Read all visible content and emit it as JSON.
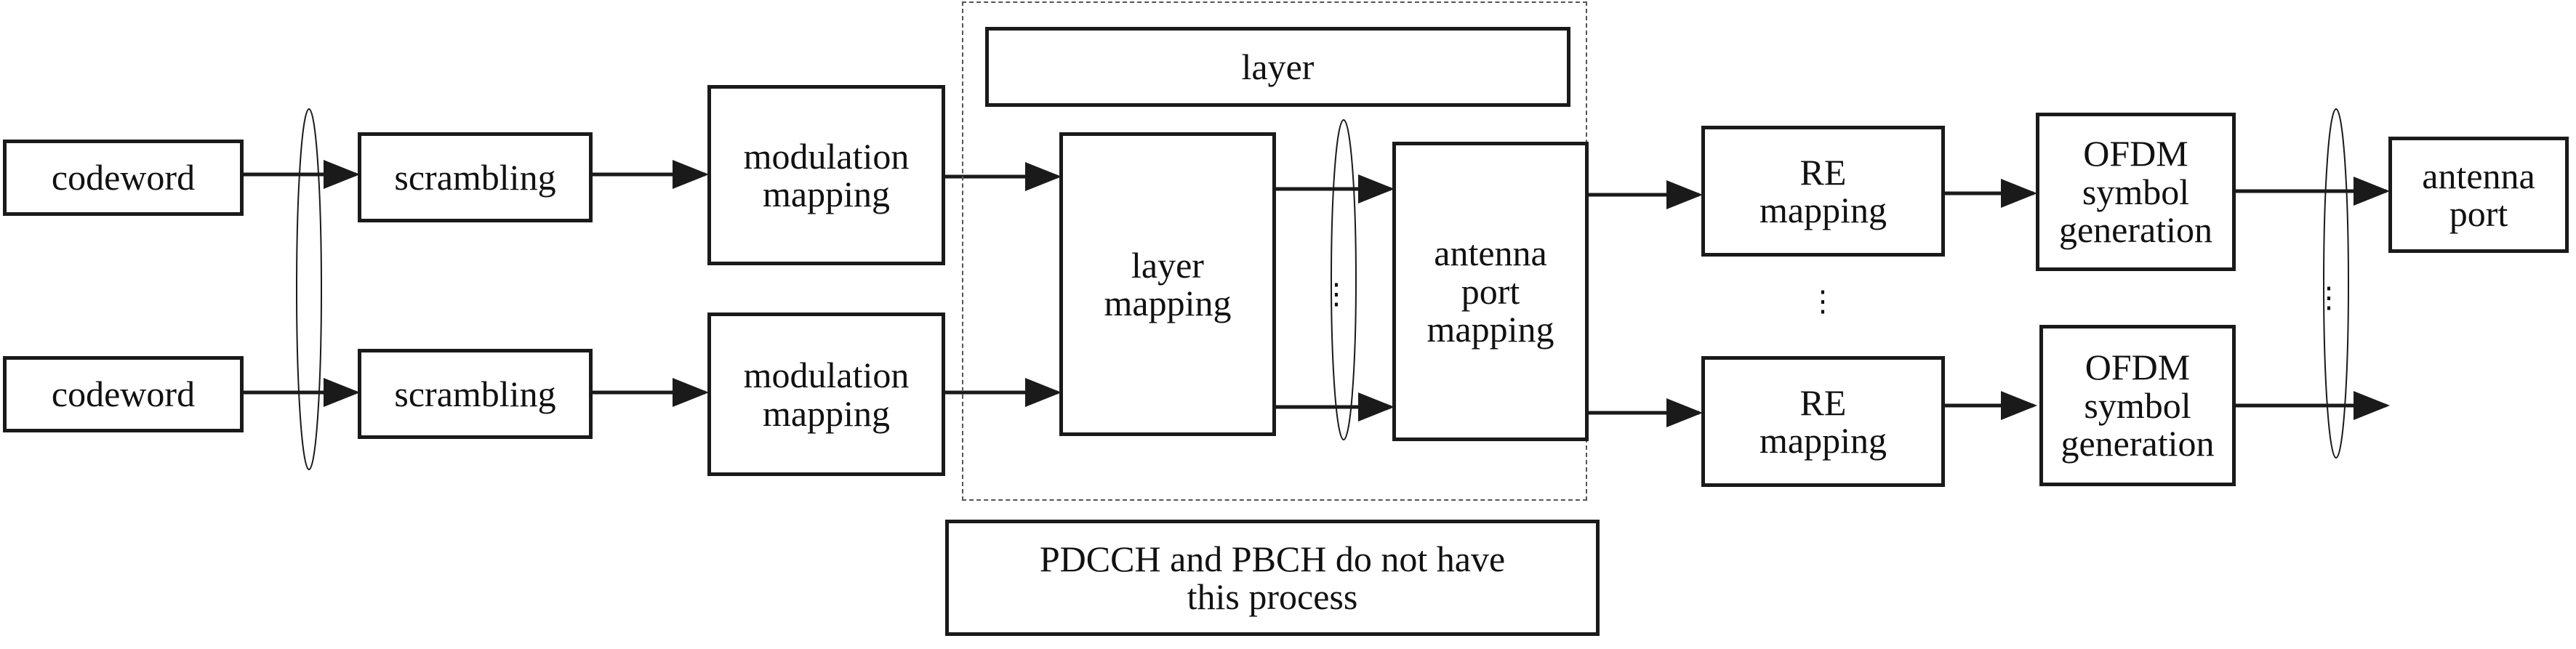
{
  "blocks": {
    "codeword_1": "codeword",
    "codeword_2": "codeword",
    "scrambling_1": "scrambling",
    "scrambling_2": "scrambling",
    "modulation_1": "modulation\nmapping",
    "modulation_2": "modulation\nmapping",
    "layer": "layer",
    "layer_mapping": "layer\nmapping",
    "antenna_port_mapping": "antenna\nport\nmapping",
    "re_mapping_1": "RE\nmapping",
    "re_mapping_2": "RE\nmapping",
    "ofdm_1": "OFDM\nsymbol\ngeneration",
    "ofdm_2": "OFDM\nsymbol\ngeneration",
    "antenna_port": "antenna\nport"
  },
  "note": "PDCCH and PBCH do not have\nthis process",
  "ellipsis": "⋮",
  "colors": {
    "line": "#1a1a1a",
    "dashed_border": "#555555",
    "background": "#ffffff"
  }
}
